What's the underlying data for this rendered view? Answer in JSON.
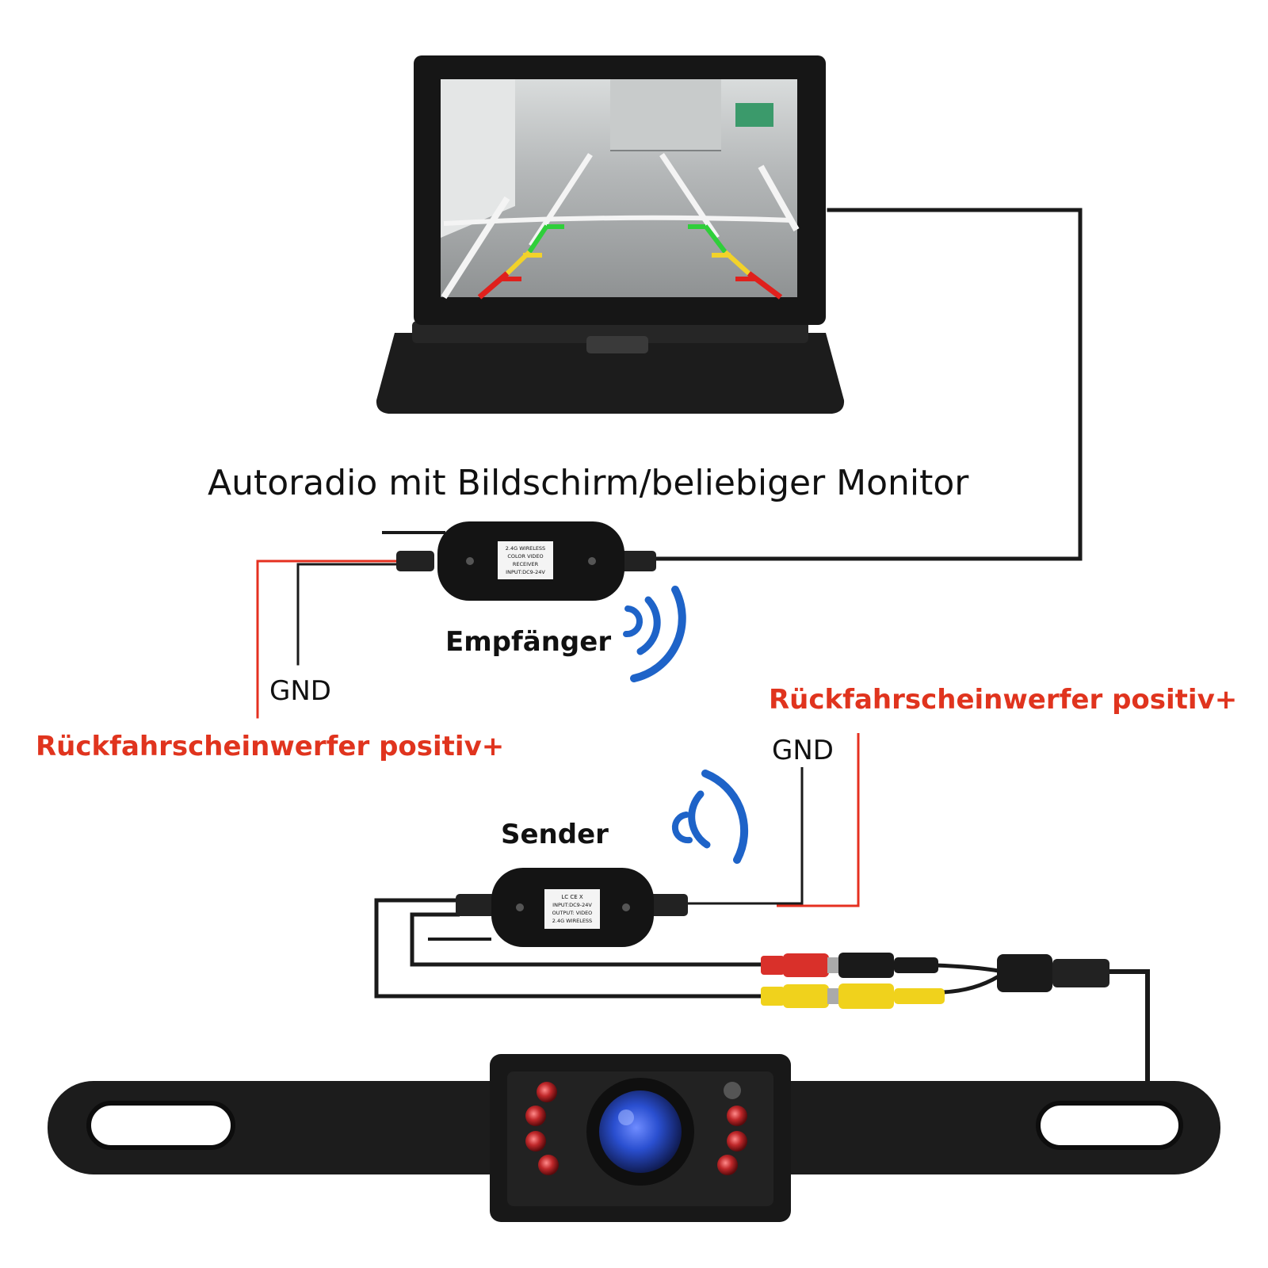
{
  "labels": {
    "monitor_caption": "Autoradio mit Bildschirm/beliebiger Monitor",
    "receiver": "Empfänger",
    "sender": "Sender",
    "gnd_left": "GND",
    "gnd_right": "GND",
    "reverse_light_left": "Rückfahrscheinwerfer positiv+",
    "reverse_light_right": "Rückfahrscheinwerfer positiv+"
  },
  "receiver_box_text": [
    "2.4G WIRELESS",
    "COLOR VIDEO",
    "RECEIVER",
    "INPUT:DC9-24V"
  ],
  "sender_box_text": [
    "LC CE X",
    "INPUT:DC9-24V",
    "OUTPUT: VIDEO",
    "2.4G WIRELESS"
  ],
  "colors": {
    "wire_black": "#1a1a1a",
    "wire_red": "#e53020",
    "label_red": "#e0341e",
    "signal_blue": "#1e63c8",
    "rca_red": "#d9302a",
    "rca_yellow": "#f0d21c",
    "led_red": "#c0282a",
    "lens_blue": "#2a4fd0",
    "guide_green": "#2fcf3a",
    "guide_yellow": "#f2d22a",
    "guide_red": "#e0201c"
  },
  "icons": [
    "wireless-signal-icon",
    "wireless-signal-icon"
  ]
}
